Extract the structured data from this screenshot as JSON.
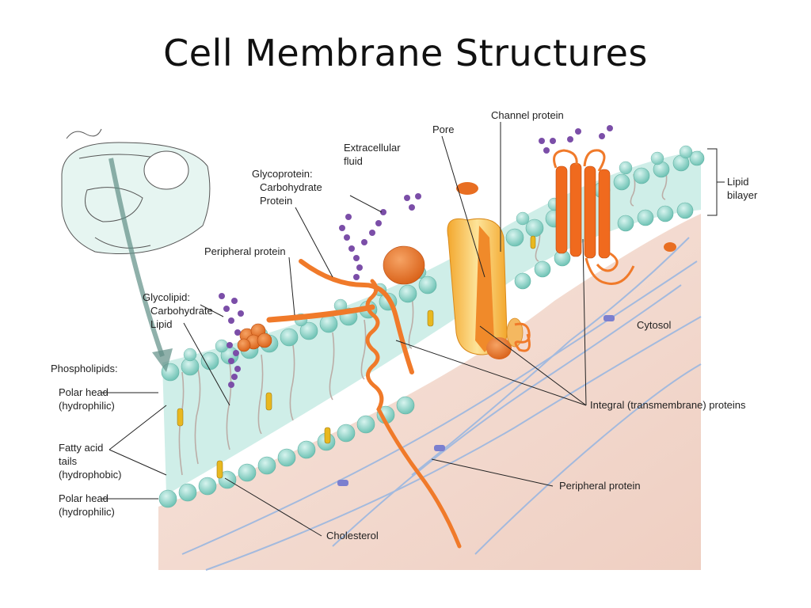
{
  "title": "Cell Membrane Structures",
  "labels": {
    "channel_protein": "Channel protein",
    "pore": "Pore",
    "extracellular_line1": "Extracellular",
    "extracellular_line2": "fluid",
    "glycoprotein_line1": "Glycoprotein:",
    "glycoprotein_line2": "Carbohydrate",
    "glycoprotein_line3": "Protein",
    "peripheral_protein_top": "Peripheral protein",
    "glycolipid_line1": "Glycolipid:",
    "glycolipid_line2": "Carbohydrate",
    "glycolipid_line3": "Lipid",
    "phospholipids": "Phospholipids:",
    "polar_head_top_line1": "Polar head",
    "polar_head_top_line2": "(hydrophilic)",
    "fatty_acid_line1": "Fatty acid",
    "fatty_acid_line2": "tails",
    "fatty_acid_line3": "(hydrophobic)",
    "polar_head_bottom_line1": "Polar head",
    "polar_head_bottom_line2": "(hydrophilic)",
    "cholesterol": "Cholesterol",
    "peripheral_protein_bottom": "Peripheral protein",
    "integral_proteins": "Integral (transmembrane) proteins",
    "cytosol": "Cytosol",
    "lipid_bilayer_line1": "Lipid",
    "lipid_bilayer_line2": "bilayer"
  },
  "colors": {
    "polar_head": "#8fd8cc",
    "bilayer_fill": "#cfeee8",
    "tail": "#b8a29c",
    "protein": "#f07a2a",
    "channel": "#f6c04a",
    "carbohydrate": "#7b4ea8",
    "cytosol": "#f3d9cf",
    "cytoskeleton": "#9bb7e0",
    "cholesterol": "#e8b820"
  }
}
